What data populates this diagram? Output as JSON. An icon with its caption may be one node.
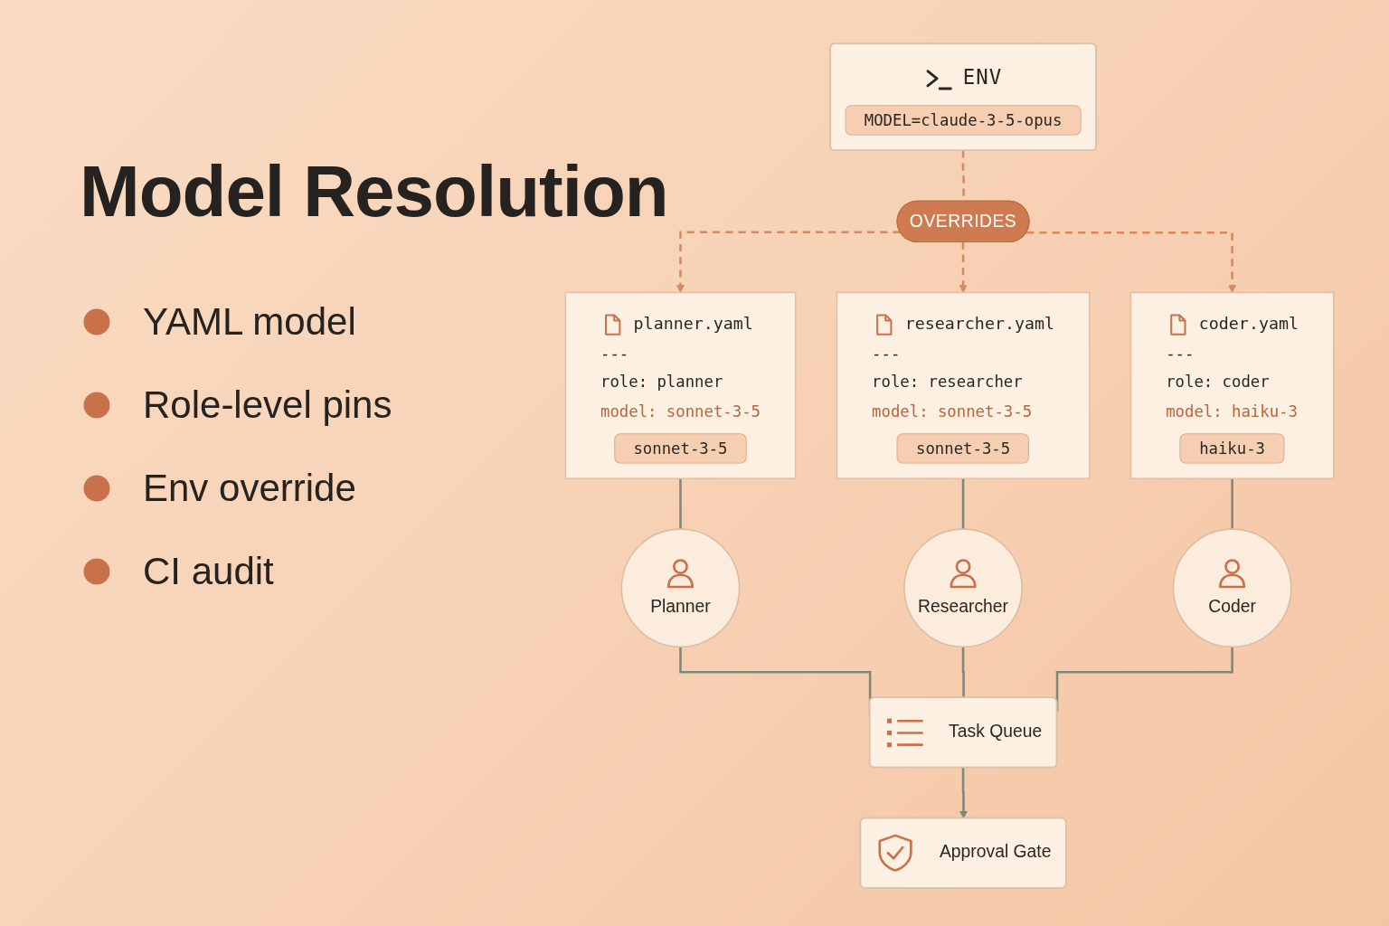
{
  "diagram": {
    "title": "Model Resolution",
    "nodes": [
      {
        "text": [
          "ENV",
          "MODEL=claude-3-5-opus"
        ]
      },
      {
        "text": [
          "OVERRIDES"
        ]
      },
      {
        "text": [
          "planner.yaml",
          "---",
          "role: planner",
          "model: sonnet-3-5",
          "sonnet-3-5"
        ]
      },
      {
        "text": [
          "researcher.yaml",
          "---",
          "role: researcher",
          "model: sonnet-3-5",
          "sonnet-3-5"
        ]
      },
      {
        "text": [
          "coder.yaml",
          "---",
          "role: coder",
          "model: haiku-3",
          "haiku-3"
        ]
      },
      {
        "text": [
          "Planner"
        ]
      },
      {
        "text": [
          "Researcher"
        ]
      },
      {
        "text": [
          "Coder"
        ]
      },
      {
        "text": [
          "Task Queue"
        ]
      },
      {
        "text": [
          "Approval Gate"
        ]
      }
    ],
    "edges": [
      {
        "from": 0,
        "to": 1,
        "arrow": "none",
        "style": "dashed",
        "color": "#d9885c"
      },
      {
        "from": 1,
        "to": 2,
        "arrow": "to",
        "style": "dashed",
        "color": "#d9885c"
      },
      {
        "from": 1,
        "to": 3,
        "arrow": "to",
        "style": "dashed",
        "color": "#d9885c"
      },
      {
        "from": 1,
        "to": 4,
        "arrow": "to",
        "style": "dashed",
        "color": "#d9885c"
      },
      {
        "from": 2,
        "to": 5,
        "arrow": "none"
      },
      {
        "from": 3,
        "to": 6,
        "arrow": "none"
      },
      {
        "from": 4,
        "to": 7,
        "arrow": "none"
      },
      {
        "from": 5,
        "to": 8,
        "arrow": "none"
      },
      {
        "from": 6,
        "to": 8,
        "arrow": "none"
      },
      {
        "from": 7,
        "to": 8,
        "arrow": "none"
      },
      {
        "from": 8,
        "to": 9,
        "arrow": "to"
      }
    ],
    "labels": [
      "YAML model",
      "Role-level pins",
      "Env override",
      "CI audit"
    ]
  }
}
